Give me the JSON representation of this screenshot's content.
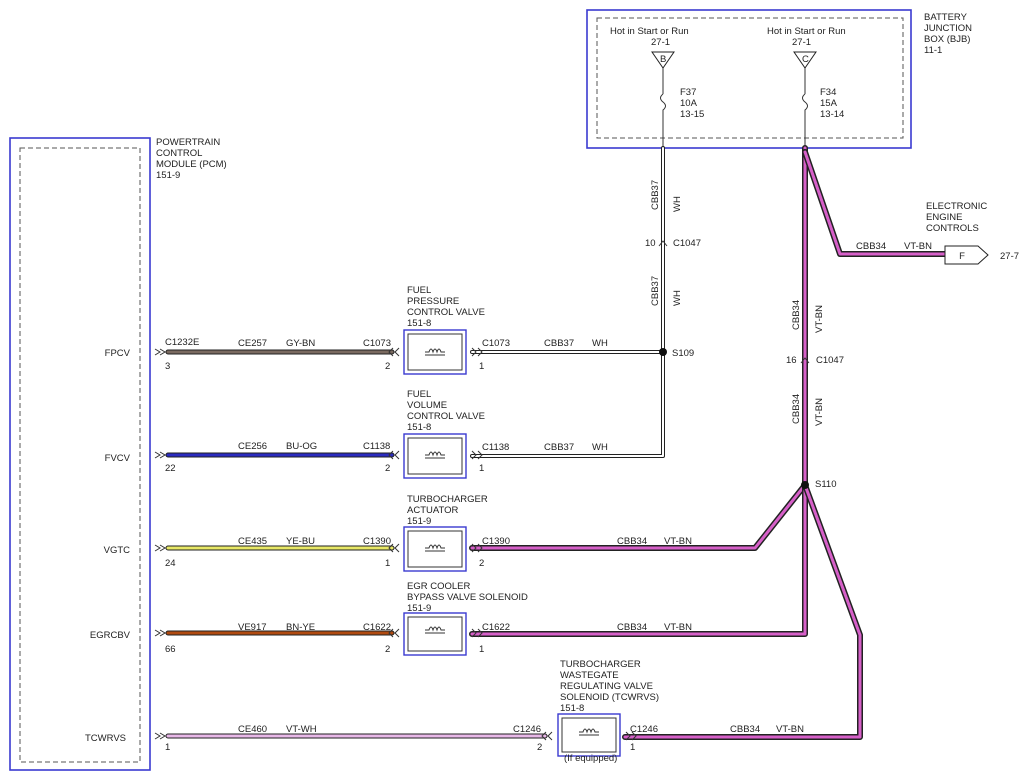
{
  "colors": {
    "gray_brown": "#7a6a60",
    "blue_orange": "#2b2bbf",
    "yellow_blue": "#e8e866",
    "brown_yellow": "#b04a10",
    "violet_white": "#e8b8e8",
    "violet_brown": "#d65fc8",
    "white": "#ffffff"
  },
  "bjb": {
    "title": [
      "BATTERY",
      "JUNCTION",
      "BOX (BJB)",
      "11-1"
    ],
    "feeds": [
      {
        "label": "Hot in Start or Run",
        "ref": "27-1",
        "pin": "B",
        "fuse": [
          "F37",
          "10A",
          "13-15"
        ]
      },
      {
        "label": "Hot in Start or Run",
        "ref": "27-1",
        "pin": "C",
        "fuse": [
          "F34",
          "15A",
          "13-14"
        ]
      }
    ]
  },
  "pcm": {
    "title": [
      "POWERTRAIN",
      "CONTROL",
      "MODULE (PCM)",
      "151-9"
    ],
    "connector": "C1232E",
    "pins": [
      {
        "name": "FPCV",
        "num": "3"
      },
      {
        "name": "FVCV",
        "num": "22"
      },
      {
        "name": "VGTC",
        "num": "24"
      },
      {
        "name": "EGRCBV",
        "num": "66"
      },
      {
        "name": "TCWRVS",
        "num": "1"
      }
    ]
  },
  "eec": {
    "title": [
      "ELECTRONIC",
      "ENGINE",
      "CONTROLS"
    ],
    "pin": "F",
    "ref": "27-7",
    "circuit": "CBB34",
    "color": "VT-BN"
  },
  "vertical_wires": {
    "wh_circuit": "CBB37",
    "wh_color": "WH",
    "vt_circuit": "CBB34",
    "vt_color": "VT-BN",
    "inline_connector": "C1047",
    "wh_pin": "10",
    "vt_pin": "16",
    "splice_wh": "S109",
    "splice_vt": "S110"
  },
  "components": [
    {
      "title": [
        "FUEL",
        "PRESSURE",
        "CONTROL VALVE",
        "151-8"
      ],
      "left_circuit": "CE257",
      "left_color": "GY-BN",
      "left_conn": "C1073",
      "left_pin": "2",
      "right_conn": "C1073",
      "right_pin": "1",
      "right_circuit": "CBB37",
      "right_color": "WH"
    },
    {
      "title": [
        "FUEL",
        "VOLUME",
        "CONTROL VALVE",
        "151-8"
      ],
      "left_circuit": "CE256",
      "left_color": "BU-OG",
      "left_conn": "C1138",
      "left_pin": "2",
      "right_conn": "C1138",
      "right_pin": "1",
      "right_circuit": "CBB37",
      "right_color": "WH"
    },
    {
      "title": [
        "TURBOCHARGER",
        "ACTUATOR",
        "151-9"
      ],
      "left_circuit": "CE435",
      "left_color": "YE-BU",
      "left_conn": "C1390",
      "left_pin": "1",
      "right_conn": "C1390",
      "right_pin": "2",
      "right_circuit": "CBB34",
      "right_color": "VT-BN"
    },
    {
      "title": [
        "EGR COOLER",
        "BYPASS VALVE SOLENOID",
        "151-9"
      ],
      "left_circuit": "VE917",
      "left_color": "BN-YE",
      "left_conn": "C1622",
      "left_pin": "2",
      "right_conn": "C1622",
      "right_pin": "1",
      "right_circuit": "CBB34",
      "right_color": "VT-BN"
    },
    {
      "title": [
        "TURBOCHARGER",
        "WASTEGATE",
        "REGULATING VALVE",
        "SOLENOID (TCWRVS)",
        "151-8"
      ],
      "note": "(If equipped)",
      "left_circuit": "CE460",
      "left_color": "VT-WH",
      "left_conn": "C1246",
      "left_pin": "2",
      "right_conn": "C1246",
      "right_pin": "1",
      "right_circuit": "CBB34",
      "right_color": "VT-BN"
    }
  ]
}
